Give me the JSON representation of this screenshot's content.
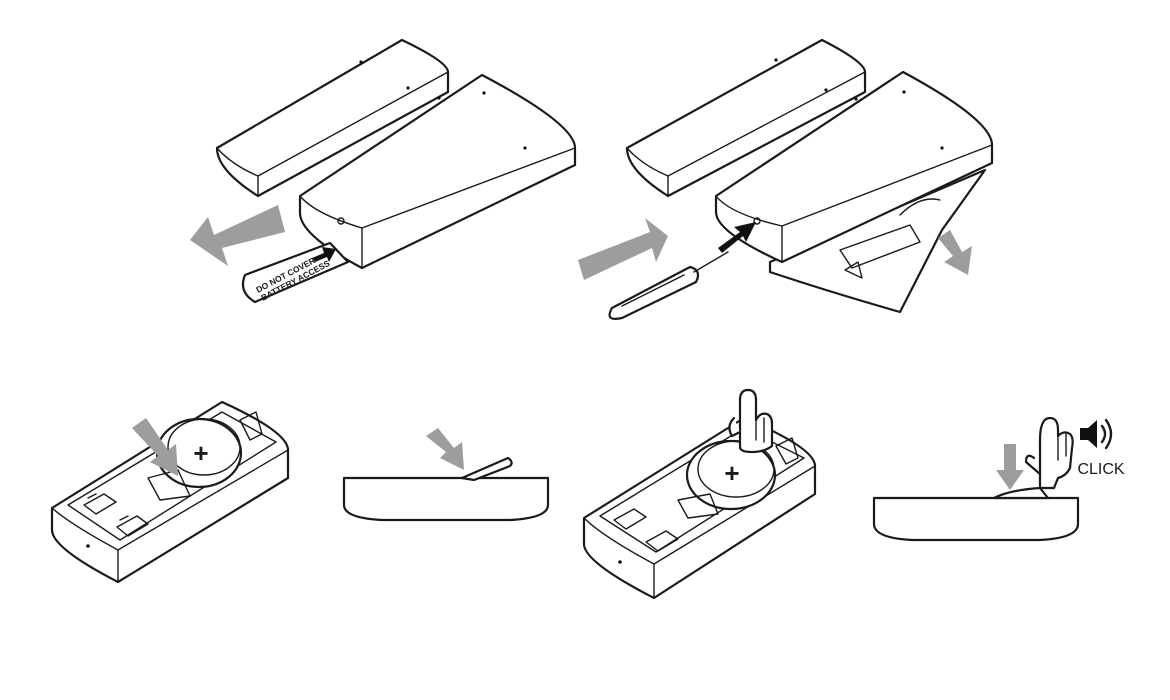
{
  "step1": {
    "tab_line1": "DO NOT COVER",
    "tab_line2": "BATTERY ACCESS"
  },
  "step3": {
    "polarity": "+"
  },
  "step5": {
    "polarity": "+"
  },
  "step6": {
    "sound_label": "CLICK",
    "sound_icon": "speaker-icon"
  },
  "colors": {
    "line": "#1a1a1a",
    "arrow_grey": "#9d9d9d",
    "arrow_black": "#111111",
    "background": "#ffffff"
  }
}
